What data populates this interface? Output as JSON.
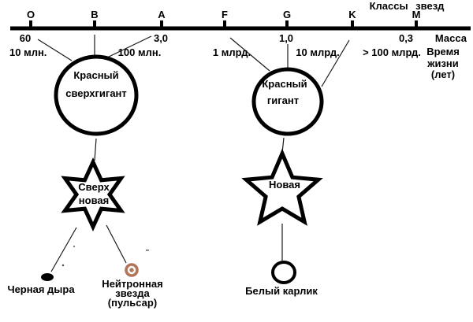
{
  "title": "Классы звезд",
  "axis": {
    "classes": [
      "O",
      "B",
      "A",
      "F",
      "G",
      "K",
      "M"
    ]
  },
  "mass_row": {
    "values": [
      "60",
      "3,0",
      "1,0",
      "0,3"
    ],
    "label": "Масса"
  },
  "lifetime_row": {
    "values": [
      "10 млн.",
      "100 млн.",
      "1 млрд.",
      "10 млрд.",
      "> 100 млрд."
    ],
    "label_lines": [
      "Время",
      "жизни",
      "(лет)"
    ]
  },
  "stages": {
    "red_supergiant": [
      "Красный",
      "сверхгигант"
    ],
    "red_giant": [
      "Красный",
      "гигант"
    ],
    "supernova": [
      "Сверх",
      "новая"
    ],
    "nova": "Новая",
    "black_hole": "Черная дыра",
    "neutron_star": [
      "Нейтронная",
      "звезда",
      "(пульсар)"
    ],
    "white_dwarf": "Белый карлик"
  },
  "colors": {
    "ink": "#000000",
    "neutron_star_ring": "#b1755a"
  }
}
